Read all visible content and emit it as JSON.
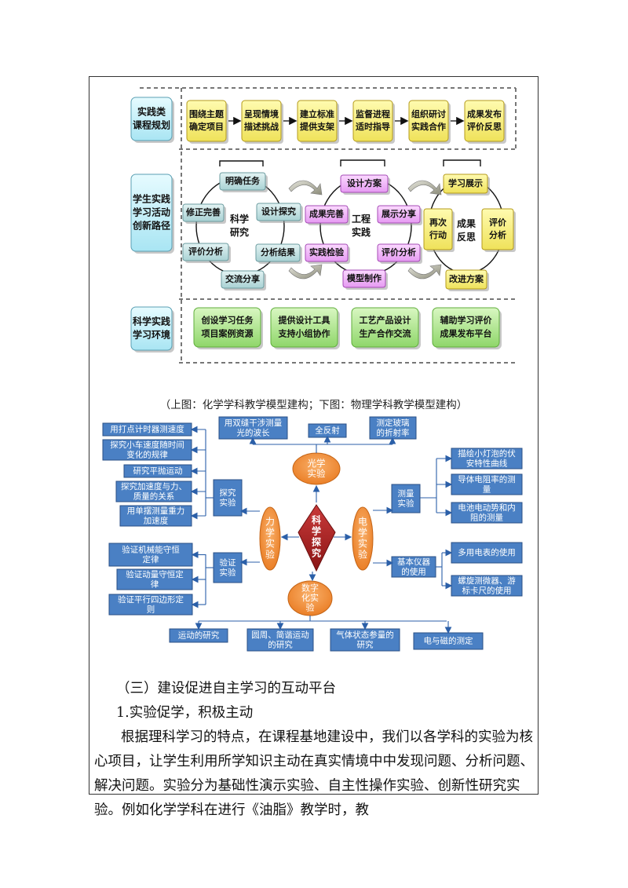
{
  "top_diagram": {
    "row_labels": [
      [
        "实践类",
        "课程规划"
      ],
      [
        "学生实践",
        "学习活动",
        "创新路径"
      ],
      [
        "科学实践",
        "学习环境"
      ]
    ],
    "plan_steps": [
      [
        "围绕主题",
        "确定项目"
      ],
      [
        "呈现情境",
        "描述挑战"
      ],
      [
        "建立标准",
        "提供支架"
      ],
      [
        "监督进程",
        "适时指导"
      ],
      [
        "组织研讨",
        "实践合作"
      ],
      [
        "成果发布",
        "评价反思"
      ]
    ],
    "science": {
      "center": [
        "科学",
        "研究"
      ],
      "steps": [
        "明确任务",
        "设计探究",
        "分析结果",
        "交流分享",
        "评价分析",
        "修正完善"
      ]
    },
    "engineering": {
      "center": [
        "工程",
        "实践"
      ],
      "steps": [
        "设计方案",
        "展示分享",
        "评价分析",
        "模型制作",
        "实践检验",
        "成果完善"
      ]
    },
    "reflection": {
      "center": [
        "成果",
        "反思"
      ],
      "steps": [
        "学习展示",
        [
          "评价",
          "分析"
        ],
        "改进方案",
        [
          "再次",
          "行动"
        ]
      ]
    },
    "environment": [
      [
        "创设学习任务",
        "项目案例资源"
      ],
      [
        "提供设计工具",
        "支持小组协作"
      ],
      [
        "工艺产品设计",
        "生产合作交流"
      ],
      [
        "辅助学习评价",
        "成果发布平台"
      ]
    ]
  },
  "caption": "（上图：化学学科教学模型建构；下图：物理学科教学模型建构）",
  "bottom_diagram": {
    "center": [
      "科",
      "学",
      "探",
      "究"
    ],
    "optics": {
      "label": [
        "光学",
        "实验"
      ],
      "items": [
        [
          "用双缝干涉测量",
          "光的波长"
        ],
        [
          "全反射"
        ],
        [
          "测定玻璃",
          "的折射率"
        ]
      ]
    },
    "mechanics": {
      "label": [
        "力",
        "学",
        "实",
        "验"
      ],
      "explore": [
        "探究",
        "实验"
      ],
      "explore_items": [
        [
          "用打点计时器测速度"
        ],
        [
          "探究小车速度随时间",
          "变化的规律"
        ],
        [
          "研究平抛运动"
        ],
        [
          "探究加速度与力、",
          "质量的关系"
        ],
        [
          "用单摆测量重力",
          "加速度"
        ]
      ],
      "verify": [
        "验证",
        "实验"
      ],
      "verify_items": [
        [
          "验证机械能守恒",
          "定律"
        ],
        [
          "验证动量守恒定",
          "律"
        ],
        [
          "验证平行四边形定",
          "则"
        ]
      ]
    },
    "electric": {
      "label": [
        "电",
        "学",
        "实",
        "验"
      ],
      "measure": [
        "测量",
        "实验"
      ],
      "measure_items": [
        [
          "描绘小灯泡的伏",
          "安特性曲线"
        ],
        [
          "导体电阻率的测",
          "量"
        ],
        [
          "电池电动势和内",
          "阻的测量"
        ]
      ],
      "basic": [
        "基本仪器",
        "的使用"
      ],
      "basic_items": [
        [
          "多用电表的使用"
        ],
        [
          "螺旋测微器、游",
          "标卡尺的使用"
        ]
      ]
    },
    "digital": {
      "label": [
        "数字",
        "化实",
        "验"
      ],
      "items": [
        [
          "运动的研究"
        ],
        [
          "圆周、简谐运动",
          "的研究"
        ],
        [
          "气体状态参量的",
          "研究"
        ],
        [
          "电与磁的测定"
        ]
      ]
    }
  },
  "body": {
    "heading1": "（三）建设促进自主学习的互动平台",
    "heading2": "1.实验促学，积极主动",
    "paragraph": "根据理科学习的特点，在课程基地建设中，我们以各学科的实验为核心项目，让学生利用所学知识主动在真实情境中中发现问题、分析问题、解决问题。实验分为基础性演示实验、自主性操作实验、创新性研究实验。例如化学学科在进行《油脂》教学时，教"
  }
}
